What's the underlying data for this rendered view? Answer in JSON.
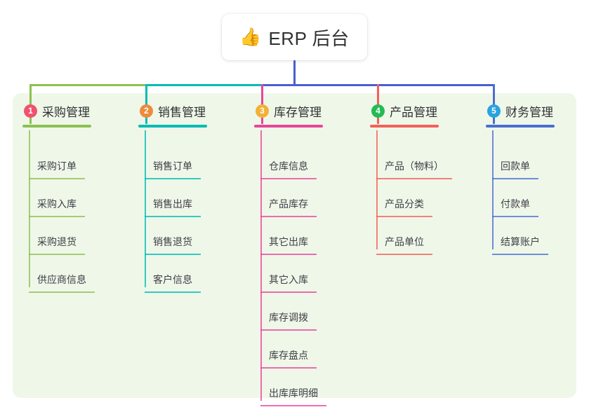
{
  "root": {
    "icon": "thumbs-up-emoji",
    "emoji": "👍",
    "label": "ERP 后台"
  },
  "trunk_color": "#4a5fd1",
  "panel_color": "#eff7e9",
  "branches": [
    {
      "index": "1",
      "title": "采购管理",
      "color": "#8cc152",
      "badge_color": "#f0526d",
      "children": [
        {
          "label": "采购订单"
        },
        {
          "label": "采购入库"
        },
        {
          "label": "采购退货"
        },
        {
          "label": "供应商信息"
        }
      ]
    },
    {
      "index": "2",
      "title": "销售管理",
      "color": "#00bcb4",
      "badge_color": "#f08a3c",
      "children": [
        {
          "label": "销售订单"
        },
        {
          "label": "销售出库"
        },
        {
          "label": "销售退货"
        },
        {
          "label": "客户信息"
        }
      ]
    },
    {
      "index": "3",
      "title": "库存管理",
      "color": "#e8469b",
      "badge_color": "#f2b134",
      "children": [
        {
          "label": "仓库信息"
        },
        {
          "label": "产品库存"
        },
        {
          "label": "其它出库"
        },
        {
          "label": "其它入库"
        },
        {
          "label": "库存调拨"
        },
        {
          "label": "库存盘点"
        },
        {
          "label": "出库库明细"
        }
      ]
    },
    {
      "index": "4",
      "title": "产品管理",
      "color": "#f4605a",
      "badge_color": "#22bb55",
      "children": [
        {
          "label": "产品（物料）"
        },
        {
          "label": "产品分类"
        },
        {
          "label": "产品单位"
        }
      ]
    },
    {
      "index": "5",
      "title": "财务管理",
      "color": "#4a6fd1",
      "badge_color": "#29a3e0",
      "children": [
        {
          "label": "回款单"
        },
        {
          "label": "付款单"
        },
        {
          "label": "结算账户"
        }
      ]
    }
  ]
}
